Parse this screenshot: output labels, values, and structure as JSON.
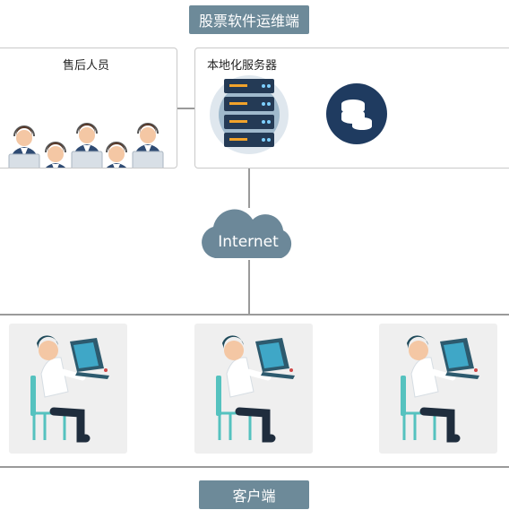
{
  "title": "股票软件运维端",
  "after_sales": {
    "label": "售后人员"
  },
  "server": {
    "label": "本地化服务器"
  },
  "cloud": {
    "label": "Internet"
  },
  "bottom_tag": "客户端",
  "colors": {
    "tag_bg": "#6d8a99",
    "server_dark": "#243a55",
    "server_accent": "#f2a32b",
    "cloud": "#6c8899",
    "border": "#c9c9c9"
  },
  "clients": [
    {
      "icon": "user-at-laptop-icon"
    },
    {
      "icon": "user-at-laptop-icon"
    },
    {
      "icon": "user-at-laptop-icon"
    }
  ]
}
